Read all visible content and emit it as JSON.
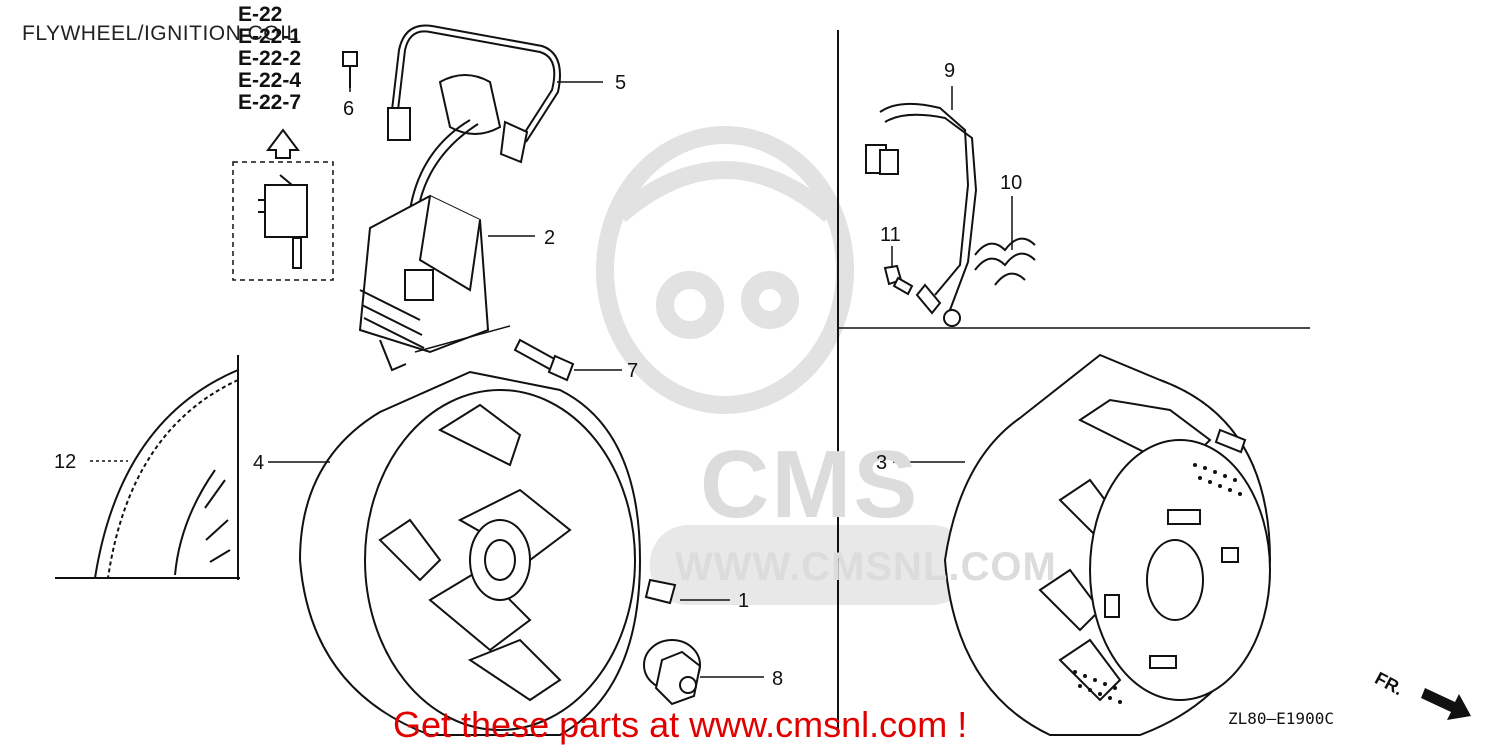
{
  "title": "FLYWHEEL/IGNITION COIL",
  "reference_codes": [
    "E-22",
    "E-22-1",
    "E-22-2",
    "E-22-4",
    "E-22-7"
  ],
  "callouts": {
    "c1": "1",
    "c2": "2",
    "c3": "3",
    "c4": "4",
    "c5": "5",
    "c6": "6",
    "c7": "7",
    "c8": "8",
    "c9": "9",
    "c10": "10",
    "c11": "11",
    "c12": "12"
  },
  "diagram_code": "ZL80—E1900C",
  "fr_label": "FR.",
  "watermark": {
    "logo_text": "CMS",
    "url": "WWW.CMSNL.COM"
  },
  "footer": "Get these parts at www.cmsnl.com !",
  "colors": {
    "line": "#111111",
    "watermark": "#dcdcdc",
    "footer": "#e00000"
  }
}
